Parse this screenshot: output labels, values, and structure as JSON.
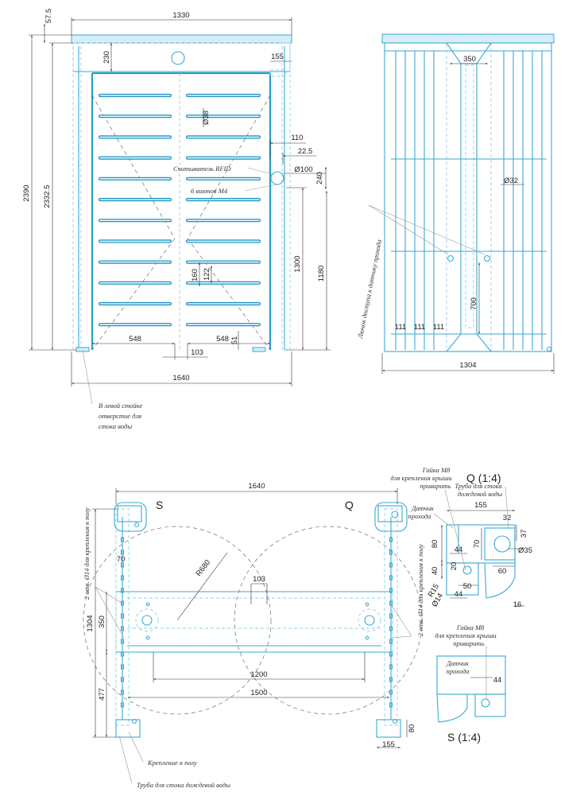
{
  "front_view": {
    "dims": {
      "width_top": "1330",
      "top_margin": "57.5",
      "top_block": "230",
      "overall_height": "2390",
      "frame_height": "2332.5",
      "right_offset": "155",
      "barrier_r1": "110",
      "barrier_r2": "22.5",
      "reader_dia": "Ø100",
      "reader_h": "240",
      "height_1300": "1300",
      "height_1180": "1180",
      "bar_dia": "Ø38",
      "pitch_160": "160",
      "pitch_122": "122",
      "rotor_left": "548",
      "rotor_right": "548",
      "gap_103": "103",
      "bottom_51": "51",
      "overall_width": "1640"
    },
    "notes": {
      "rfid": "Считыватель RFID",
      "screws": "6 винтов М4",
      "water_hole": "В левой стойке отверстие для стока воды"
    }
  },
  "side_view": {
    "dims": {
      "inner_width": "350",
      "rod_dia": "Ø32",
      "height_700": "700",
      "s1": "111",
      "s2": "111",
      "s3": "111",
      "overall_width": "1304"
    },
    "notes": {
      "sensor_hatch": "Лючок доступа к датчику прохода"
    }
  },
  "plan_view": {
    "dims": {
      "overall_width": "1640",
      "post_70": "70",
      "radius": "R680",
      "gap_103": "103",
      "depth_1304": "1304",
      "depth_350": "350",
      "depth_477": "477",
      "span_1200": "1200",
      "span_1500": "1500",
      "foot_80": "80",
      "foot_155": "155"
    },
    "labels": {
      "s": "S",
      "q": "Q"
    },
    "notes": {
      "anchor_left": "2 отв. Ø14 для крепления к полу",
      "anchor_right": "2 отв. Ø14 для крепления к полу",
      "floor_fix": "Крепление к полу",
      "drain_pipe": "Труба для стока дождевой воды"
    }
  },
  "detail_q": {
    "title": "Q (1:4)",
    "dims": {
      "w155": "155",
      "w32": "32",
      "h37": "37",
      "h80": "80",
      "h70": "70",
      "d35": "Ø35",
      "w44": "44",
      "h20": "20",
      "h40": "40",
      "w60": "60",
      "w50": "50",
      "r15": "R15",
      "d14": "Ø14",
      "w44b": "44",
      "w16": "16"
    },
    "notes": {
      "nut1": "Гайка М8",
      "nut2": "для крепления крыши",
      "nut3": "приварить",
      "pipe1": "Труба для стока",
      "pipe2": "дождевой воды",
      "sensor1": "Датчик",
      "sensor2": "прохода"
    }
  },
  "detail_s": {
    "title": "S (1:4)",
    "dims": {
      "w44": "44"
    },
    "notes": {
      "nut1": "Гайка М8",
      "nut2": "для крепления крыши",
      "nut3": "приварить",
      "sensor1": "Датчик",
      "sensor2": "прохода"
    }
  }
}
